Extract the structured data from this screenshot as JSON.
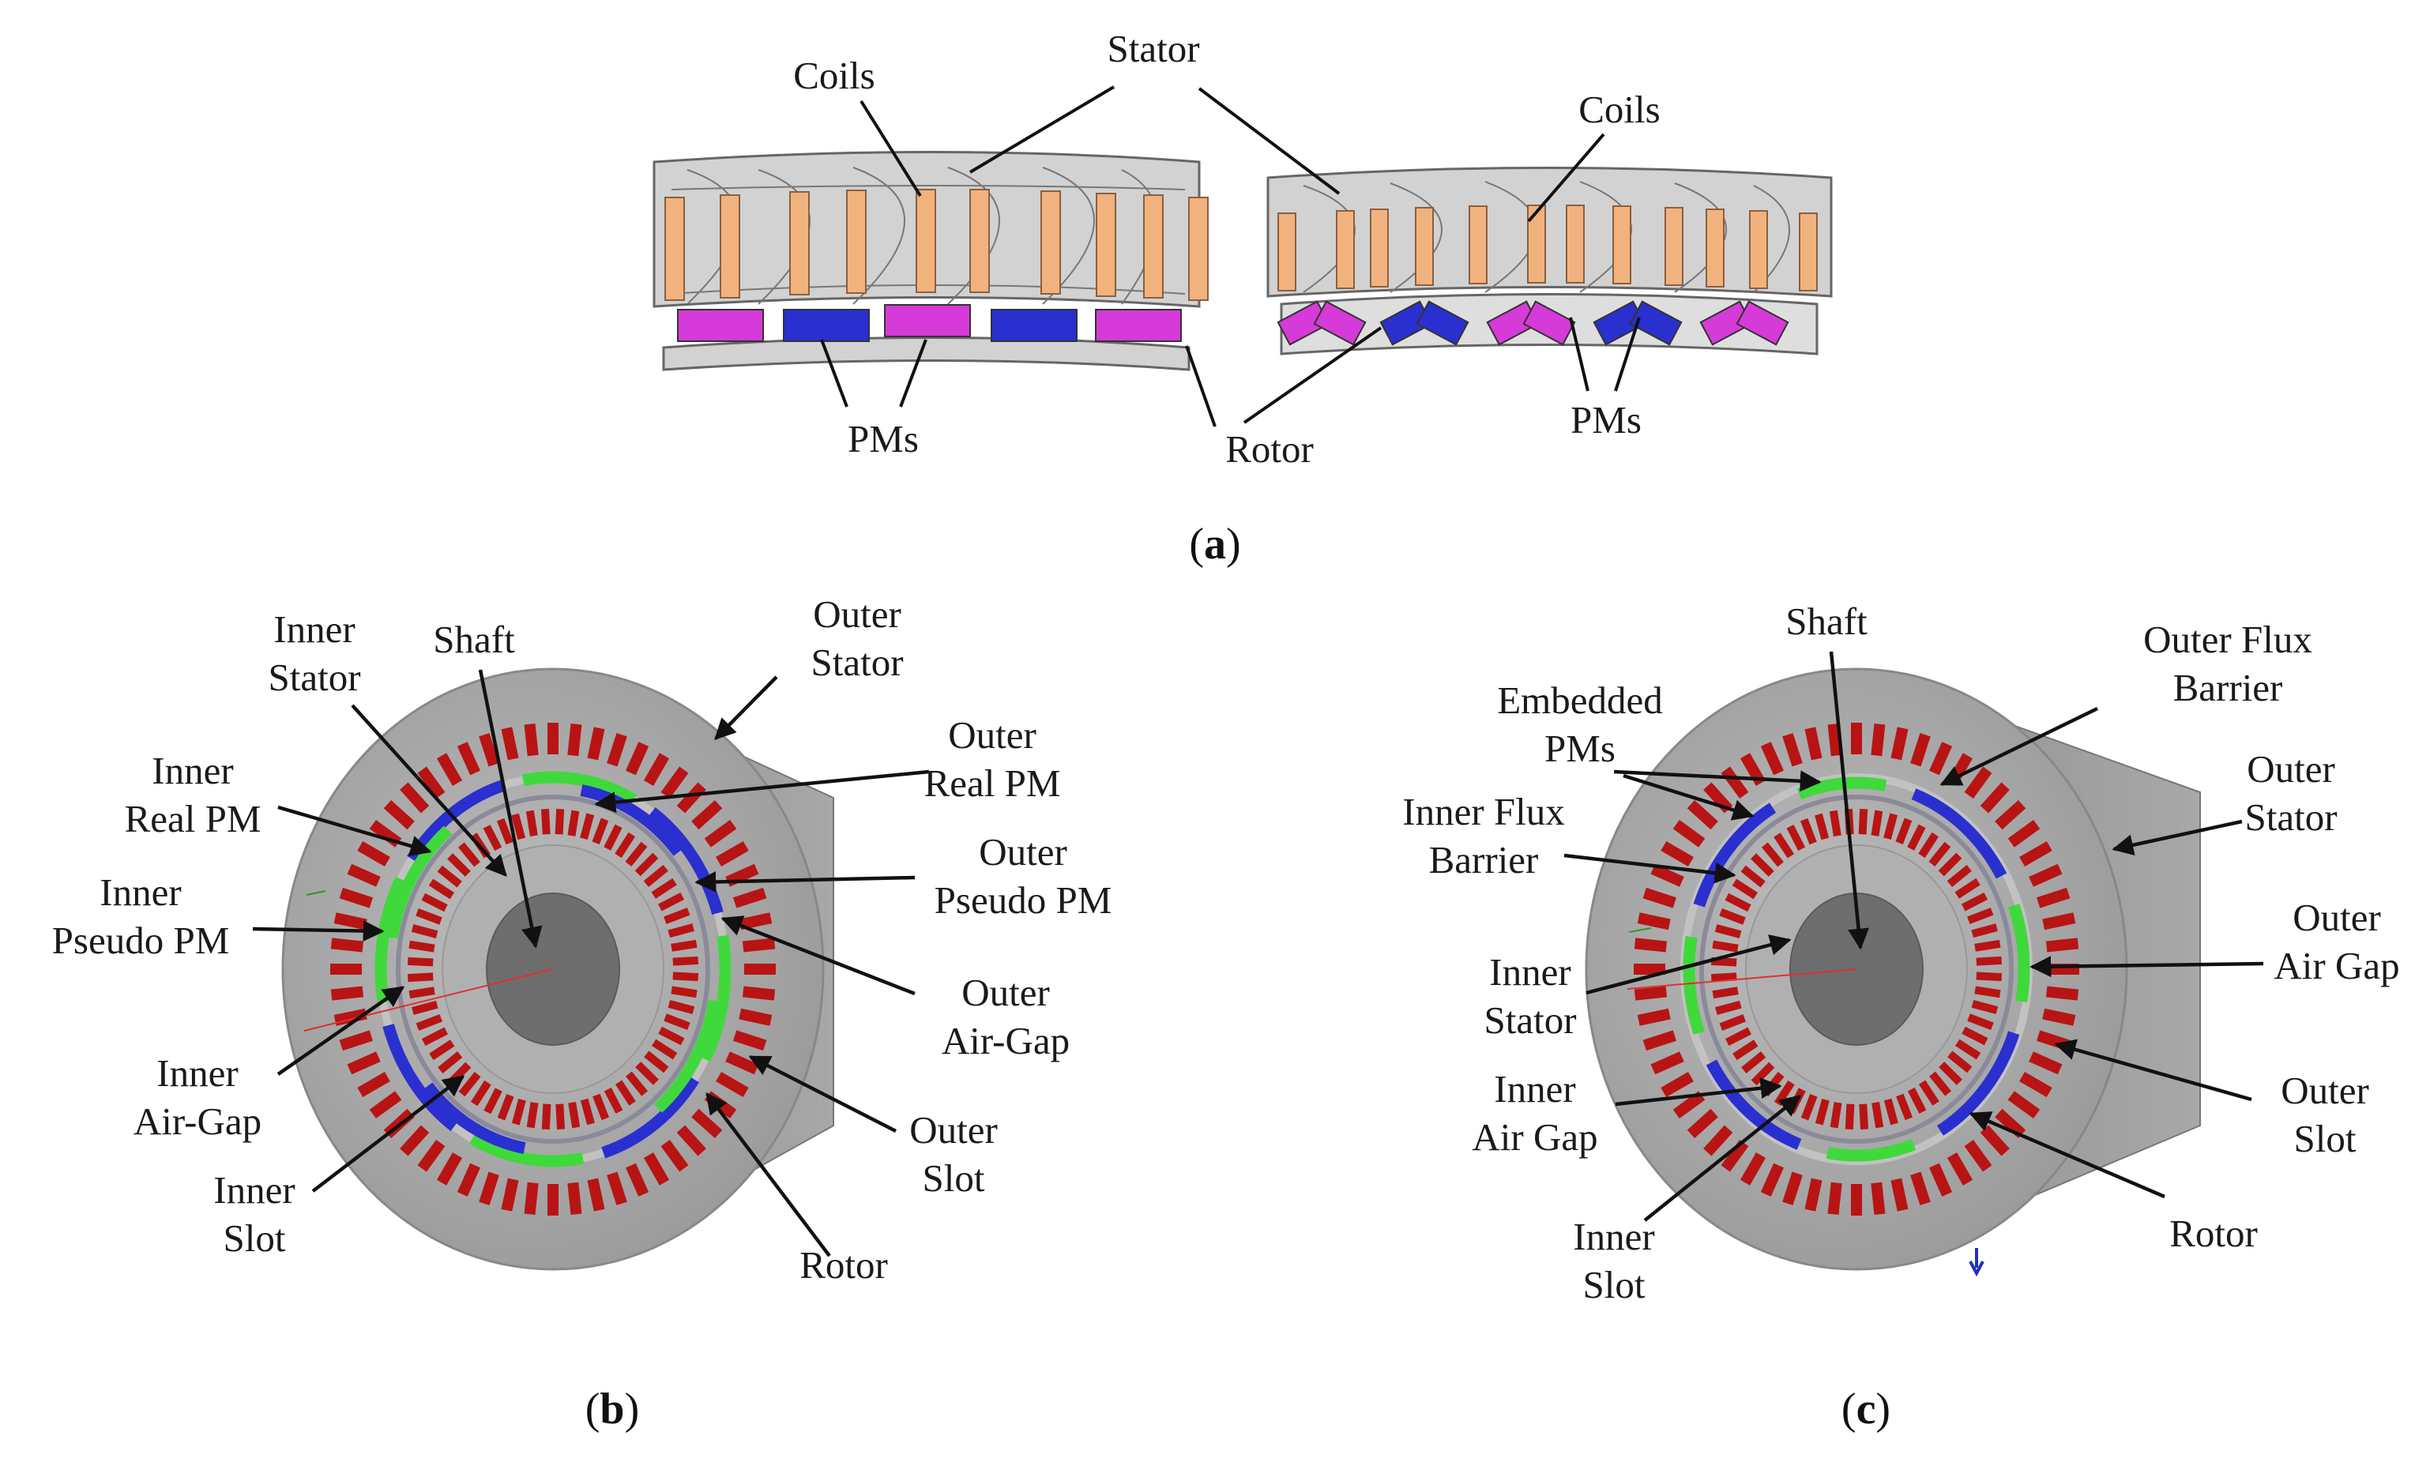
{
  "panel_a": {
    "caption_open": "(",
    "caption_letter": "a",
    "caption_close": ")",
    "left": {
      "coils": "Coils",
      "pms": "PMs"
    },
    "shared": {
      "stator": "Stator",
      "rotor": "Rotor"
    },
    "right": {
      "coils": "Coils",
      "pms": "PMs"
    }
  },
  "panel_b": {
    "caption_open": "(",
    "caption_letter": "b",
    "caption_close": ")",
    "labels": {
      "inner_stator": [
        "Inner",
        "Stator"
      ],
      "shaft": [
        "Shaft"
      ],
      "outer_stator": [
        "Outer",
        "Stator"
      ],
      "outer_real_pm": [
        "Outer",
        "Real PM"
      ],
      "inner_real_pm": [
        "Inner",
        "Real PM"
      ],
      "outer_pseudo_pm": [
        "Outer",
        "Pseudo PM"
      ],
      "inner_pseudo_pm": [
        "Inner",
        "Pseudo PM"
      ],
      "outer_air_gap": [
        "Outer",
        "Air-Gap"
      ],
      "inner_air_gap": [
        "Inner",
        "Air-Gap"
      ],
      "outer_slot": [
        "Outer",
        "Slot"
      ],
      "inner_slot": [
        "Inner",
        "Slot"
      ],
      "rotor": [
        "Rotor"
      ]
    }
  },
  "panel_c": {
    "caption_open": "(",
    "caption_letter": "c",
    "caption_close": ")",
    "labels": {
      "shaft": [
        "Shaft"
      ],
      "outer_flux_barrier": [
        "Outer Flux",
        "Barrier"
      ],
      "embedded_pms": [
        "Embedded",
        "PMs"
      ],
      "outer_stator": [
        "Outer",
        "Stator"
      ],
      "inner_flux_barrier": [
        "Inner Flux",
        "Barrier"
      ],
      "outer_air_gap": [
        "Outer",
        "Air Gap"
      ],
      "inner_stator": [
        "Inner",
        "Stator"
      ],
      "inner_air_gap": [
        "Inner",
        "Air Gap"
      ],
      "outer_slot": [
        "Outer",
        "Slot"
      ],
      "inner_slot": [
        "Inner",
        "Slot"
      ],
      "rotor": [
        "Rotor"
      ]
    }
  },
  "colors": {
    "coil": "#f2b27e",
    "pm_magenta": "#d63ad8",
    "pm_blue": "#2a2fcf",
    "pm_green": "#3fd93c",
    "slot_red": "#b81414",
    "steel_gray": "#c8c8c8",
    "body_gray": "#a2a2a2"
  }
}
